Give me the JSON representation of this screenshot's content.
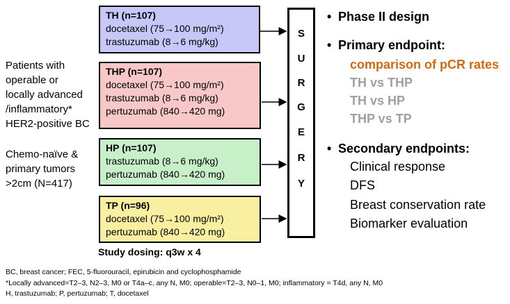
{
  "population": {
    "lines1": [
      "Patients with",
      "operable or",
      "locally advanced",
      "/inflammatory*",
      "HER2-positive BC"
    ],
    "lines2": [
      "Chemo-naïve &",
      "primary tumors",
      ">2cm (N=417)"
    ]
  },
  "arms": [
    {
      "title": "TH (n=107)",
      "drugs": [
        "docetaxel  (75→100 mg/m²)",
        "trastuzumab (8→6 mg/kg)"
      ],
      "color": "#c8c8f8"
    },
    {
      "title": "THP (n=107)",
      "drugs": [
        "docetaxel  (75→100 mg/m²)",
        "trastuzumab (8→6 mg/kg)",
        "pertuzumab (840→420 mg)"
      ],
      "color": "#f8c8c8"
    },
    {
      "title": "HP (n=107)",
      "drugs": [
        "trastuzumab (8→6 mg/kg)",
        "pertuzumab (840→420 mg)"
      ],
      "color": "#c8f0c8"
    },
    {
      "title": "TP (n=96)",
      "drugs": [
        "docetaxel  (75→100 mg/m²)",
        "pertuzumab (840→420 mg)"
      ],
      "color": "#f8f0a0"
    }
  ],
  "dosing": "Study dosing: q3w x 4",
  "surgery": [
    "S",
    "U",
    "R",
    "G",
    "E",
    "R",
    "Y"
  ],
  "design": {
    "phase": "Phase II design",
    "primary_label": "Primary endpoint:",
    "primary_highlight": "comparison of pCR rates",
    "highlight_color": "#d06a10",
    "comparisons": [
      "TH vs THP",
      "TH vs HP",
      "THP vs TP"
    ],
    "comparison_color": "#a0a0a0",
    "secondary_label": "Secondary endpoints:",
    "secondary": [
      "Clinical response",
      "DFS",
      "Breast conservation rate",
      "Biomarker evaluation"
    ]
  },
  "footnotes": [
    "BC, breast cancer; FEC, 5-fluorouracil, epirubicin and cyclophosphamide",
    "*Locally advanced=T2–3, N2–3, M0 or T4a–c, any N, M0; operable=T2–3, N0–1, M0; inflammatory = T4d, any N, M0",
    "H, trastuzumab; P, pertuzumab; T, docetaxel"
  ]
}
